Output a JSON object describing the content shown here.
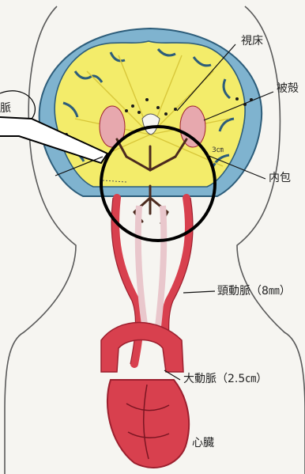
{
  "labels": {
    "thalamus": "視床",
    "putamen": "被殻",
    "internal_capsule": "内包",
    "carotid": "頸動脈（8㎜）",
    "aorta": "大動脈（2.5㎝）",
    "heart": "心臓",
    "callout_fragment": "脈",
    "scale_note": "3㎝"
  },
  "colors": {
    "artery": "#d8404e",
    "artery_dark": "#9c1f2e",
    "cortex": "#7fb3cf",
    "white_matter": "#f3ec6a",
    "basal_ganglia": "#e7a8ae",
    "brown_vessels": "#4b2a1e"
  }
}
